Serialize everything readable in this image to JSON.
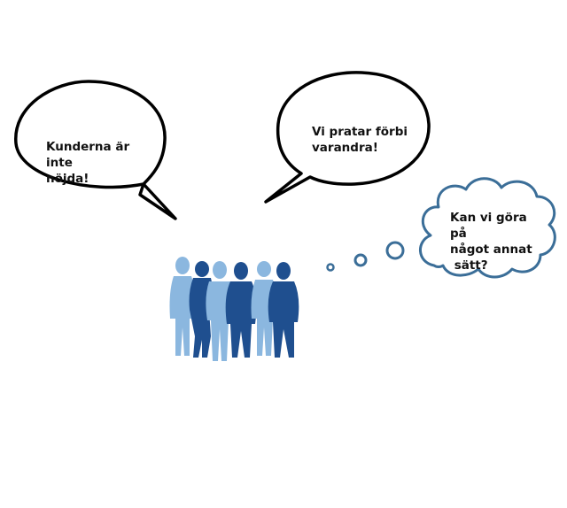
{
  "bubbles": {
    "left": {
      "lines": [
        "Kunderna är inte",
        "nöjda!"
      ]
    },
    "middle": {
      "lines": [
        "Vi pratar förbi",
        "varandra!"
      ]
    },
    "thought": {
      "lines": [
        "Kan vi göra på",
        "något annat",
        " sätt?"
      ]
    }
  },
  "colors": {
    "speech_stroke": "#000000",
    "thought_stroke": "#3b6e98",
    "people_light": "#8bb7df",
    "people_dark": "#1f4f8f"
  }
}
